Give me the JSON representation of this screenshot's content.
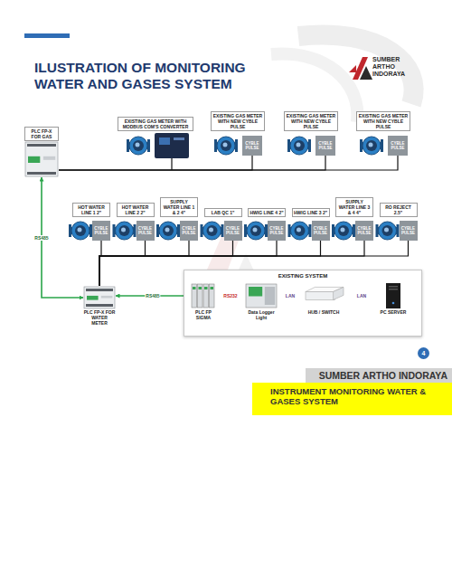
{
  "diagram": {
    "title": "ILUSTRATION OF MONITORING WATER AND GASES SYSTEM",
    "nodes": [
      {
        "text": [
          "PLC FP-X FOR GAS"
        ]
      },
      {
        "text": [
          "EXISTING GAS METER WITH MODBUS COM'S CONVERTER"
        ]
      },
      {
        "text": [
          "EXISTING GAS METER WITH NEW CYBLE PULSE"
        ]
      },
      {
        "text": [
          "CYBLE PULSE"
        ]
      },
      {
        "text": [
          "EXISTING GAS METER WITH NEW CYBLE PULSE"
        ]
      },
      {
        "text": [
          "CYBLE PULSE"
        ]
      },
      {
        "text": [
          "EXISTING GAS METER WITH NEW CYBLE PULSE"
        ]
      },
      {
        "text": [
          "CYBLE PULSE"
        ]
      },
      {
        "text": [
          "HOT WATER LINE 1 2\""
        ]
      },
      {
        "text": [
          "CYBLE PULSE"
        ]
      },
      {
        "text": [
          "HOT WATER LINE 2 2\""
        ]
      },
      {
        "text": [
          "CYBLE PULSE"
        ]
      },
      {
        "text": [
          "SUPPLY WATER LINE 1 & 2 4\""
        ]
      },
      {
        "text": [
          "CYBLE PULSE"
        ]
      },
      {
        "text": [
          "LAB QC 1\""
        ]
      },
      {
        "text": [
          "CYBLE PULSE"
        ]
      },
      {
        "text": [
          "HWIG LINE 4 2\""
        ]
      },
      {
        "text": [
          "CYBLE PULSE"
        ]
      },
      {
        "text": [
          "HWIG LINE 3 2\""
        ]
      },
      {
        "text": [
          "CYBLE PULSE"
        ]
      },
      {
        "text": [
          "SUPPLY WATER LINE 3 & 4 4\""
        ]
      },
      {
        "text": [
          "CYBLE PULSE"
        ]
      },
      {
        "text": [
          "RO REJECT 2.5\""
        ]
      },
      {
        "text": [
          "CYBLE PULSE"
        ]
      },
      {
        "text": [
          "PLC FP-X FOR WATER METER"
        ]
      },
      {
        "text": [
          "EXISTING SYSTEM"
        ]
      },
      {
        "text": [
          "PLC FP SIGMA"
        ],
        "in": 25
      },
      {
        "text": [
          "Data Logger Light"
        ],
        "in": 25
      },
      {
        "text": [
          "HUB / SWITCH"
        ],
        "in": 25
      },
      {
        "text": [
          "PC SERVER"
        ],
        "in": 25
      },
      {
        "text": [
          "4"
        ]
      },
      {
        "text": [
          "SUMBER ARTHO INDORAYA"
        ]
      },
      {
        "text": [
          "INSTRUMENT MONITORING WATER & GASES SYSTEM"
        ]
      }
    ],
    "edges": [
      {
        "from": 3,
        "to": 0,
        "arrow": "none"
      },
      {
        "from": 5,
        "to": 0,
        "arrow": "none"
      },
      {
        "from": 7,
        "to": 0,
        "arrow": "none"
      },
      {
        "from": 9,
        "to": 24,
        "arrow": "none"
      },
      {
        "from": 11,
        "to": 24,
        "arrow": "none"
      },
      {
        "from": 13,
        "to": 24,
        "arrow": "none"
      },
      {
        "from": 15,
        "to": 24,
        "arrow": "none"
      },
      {
        "from": 17,
        "to": 24,
        "arrow": "none"
      },
      {
        "from": 19,
        "to": 24,
        "arrow": "none"
      },
      {
        "from": 21,
        "to": 24,
        "arrow": "none"
      },
      {
        "from": 23,
        "to": 24,
        "arrow": "none"
      },
      {
        "from": 0,
        "to": 24,
        "label": "RS485",
        "arrow": "both"
      },
      {
        "from": 24,
        "to": 26,
        "label": "RS485",
        "arrow": "both"
      },
      {
        "from": 26,
        "to": 27,
        "label": "RS232",
        "arrow": "both"
      },
      {
        "from": 27,
        "to": 28,
        "label": "LAN",
        "arrow": "both"
      },
      {
        "from": 28,
        "to": 29,
        "label": "LAN",
        "arrow": "both"
      }
    ],
    "labels": [
      "SUMBER ARTHO INDORAYA"
    ]
  }
}
